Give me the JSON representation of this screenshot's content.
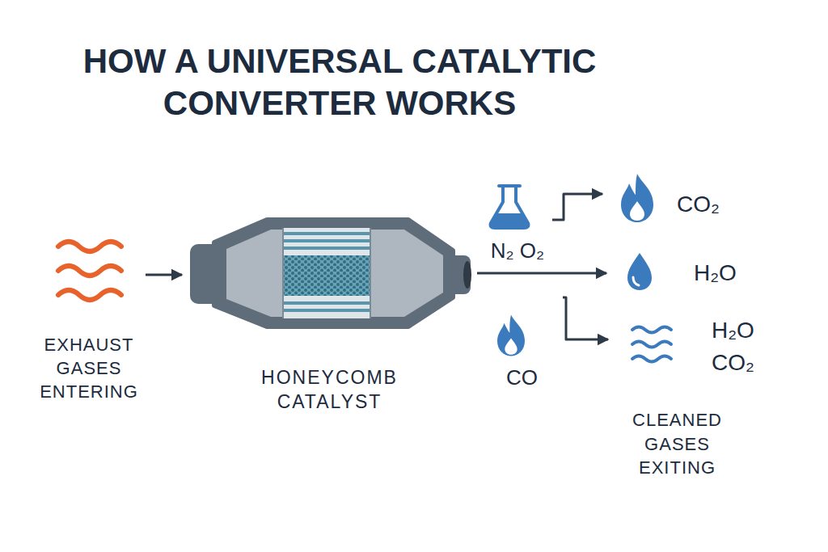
{
  "diagram": {
    "title": "HOW A UNIVERSAL CATALYTIC CONVERTER WORKS",
    "nodes": [
      {
        "text": [
          "EXHAUST GASES ENTERING"
        ]
      },
      {
        "text": [
          "HONEYCOMB CATALYST"
        ]
      },
      {
        "text": [
          "N₂ O₂"
        ]
      },
      {
        "text": [
          "CO₂"
        ]
      },
      {
        "text": [
          "H₂O"
        ]
      },
      {
        "text": [
          "CO"
        ]
      },
      {
        "text": [
          "H₂O",
          "CO₂"
        ]
      }
    ],
    "edges": [
      {
        "from": 0,
        "to": 1,
        "arrow": "to"
      },
      {
        "from": 1,
        "to": 4,
        "arrow": "to"
      },
      {
        "from": 2,
        "to": 3,
        "arrow": "to"
      },
      {
        "from": 5,
        "to": 6,
        "arrow": "to"
      }
    ],
    "labels": [
      "CLEANED GASES EXITING"
    ]
  }
}
